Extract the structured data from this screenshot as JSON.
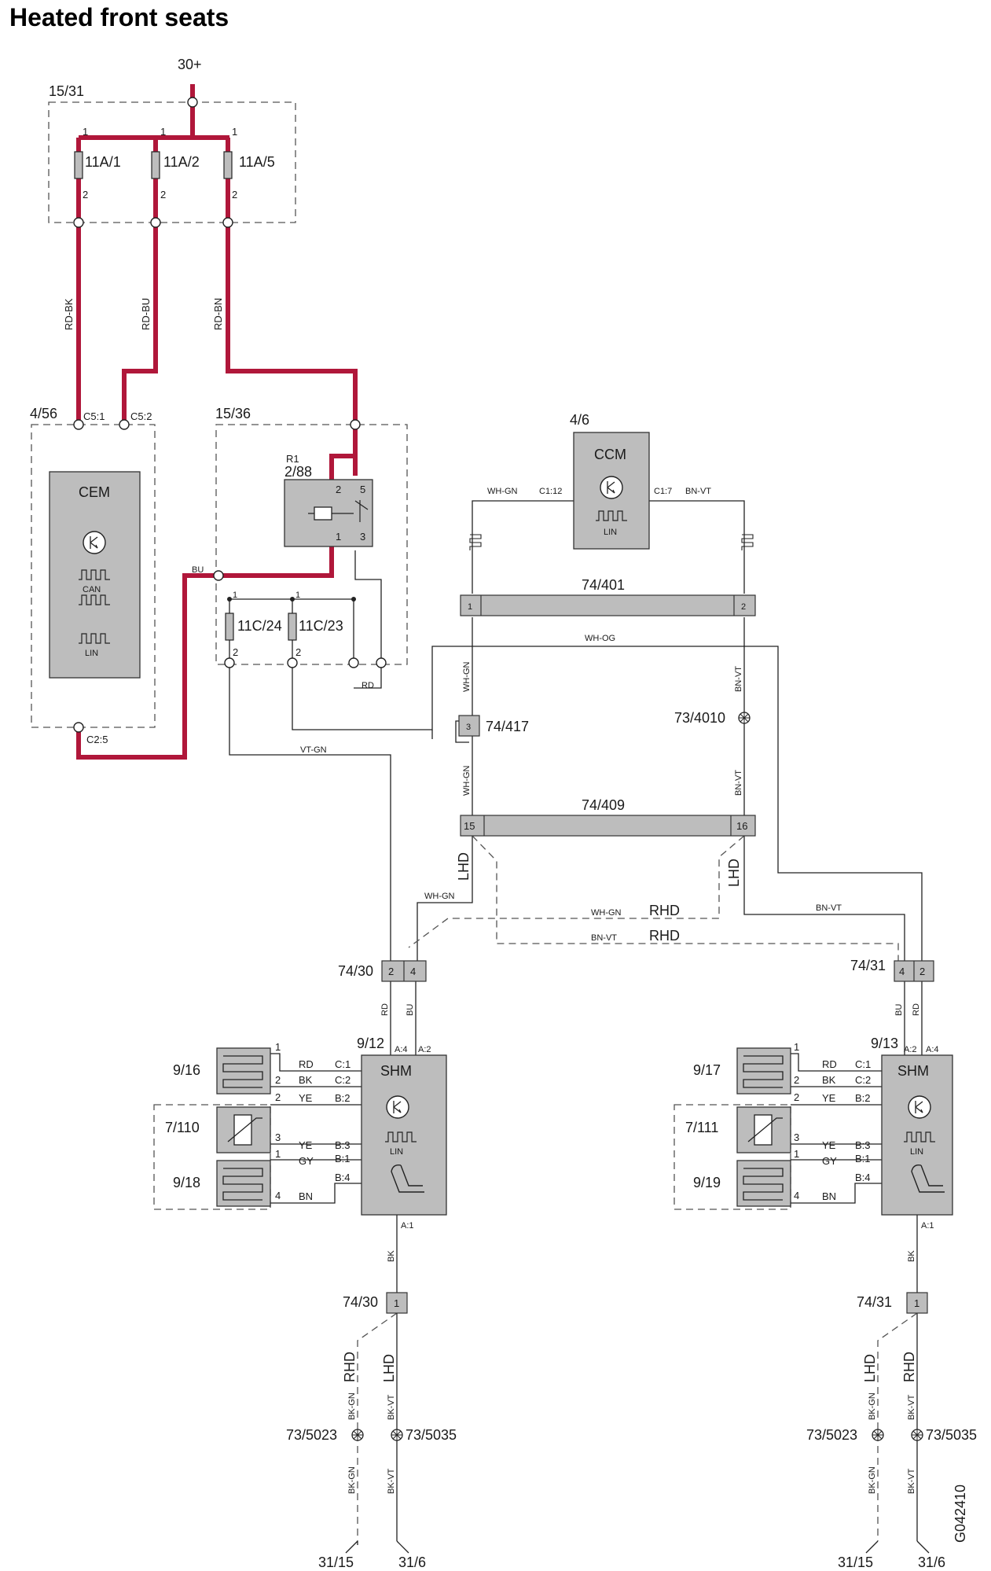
{
  "title": "Heated front seats",
  "image_code": "G042410",
  "supply": {
    "label": "30+"
  },
  "fusebox_main": {
    "label": "15/31",
    "fuses": [
      "11A/1",
      "11A/2",
      "11A/5"
    ]
  },
  "wires": {
    "rd_bk": "RD-BK",
    "rd_bu": "RD-BU",
    "rd_bn": "RD-BN",
    "bu": "BU",
    "wh_gn": "WH-GN",
    "bn_vt": "BN-VT",
    "wh_og": "WH-OG",
    "vt_gn": "VT-GN",
    "rd": "RD",
    "bk": "BK",
    "ye": "YE",
    "gy": "GY",
    "bn": "BN",
    "bk_gn": "BK-GN",
    "bk_vt": "BK-VT"
  },
  "cem": {
    "ref": "4/56",
    "name": "CEM",
    "bus_can": "CAN",
    "bus_lin": "LIN",
    "pins": [
      "C5:1",
      "C5:2",
      "C2:5"
    ]
  },
  "fusebox_2": {
    "ref": "15/36",
    "fuses": [
      "11C/24",
      "11C/23"
    ]
  },
  "relay": {
    "ref": "R1",
    "code": "2/88"
  },
  "ccm": {
    "ref": "4/6",
    "name": "CCM",
    "bus_lin": "LIN",
    "pins": [
      "C1:12",
      "C1:7"
    ]
  },
  "connectors": {
    "c401": "74/401",
    "c409": "74/409",
    "c417": "74/417",
    "c30": "74/30",
    "c31": "74/31",
    "splice_4010": "73/4010",
    "splice_5023": "73/5023",
    "splice_5035": "73/5035"
  },
  "markets": {
    "lhd": "LHD",
    "rhd": "RHD"
  },
  "shm": {
    "name": "SHM",
    "bus_lin": "LIN",
    "left_ref": "9/12",
    "right_ref": "9/13"
  },
  "left_seat": {
    "cushion": "9/16",
    "sensor": "7/110",
    "backrest": "9/18"
  },
  "right_seat": {
    "cushion": "9/17",
    "sensor": "7/111",
    "backrest": "9/19"
  },
  "grounds": {
    "g1": "31/15",
    "g2": "31/6"
  },
  "pins": {
    "p1": "1",
    "p2": "2",
    "p3": "3",
    "p4": "4",
    "p5": "5",
    "p15": "15",
    "p16": "16",
    "c_1": "C:1",
    "c_2": "C:2",
    "b_1": "B:1",
    "b_2": "B:2",
    "b_3": "B:3",
    "b_4": "B:4",
    "a_1": "A:1",
    "a_2": "A:2",
    "a_4": "A:4"
  }
}
